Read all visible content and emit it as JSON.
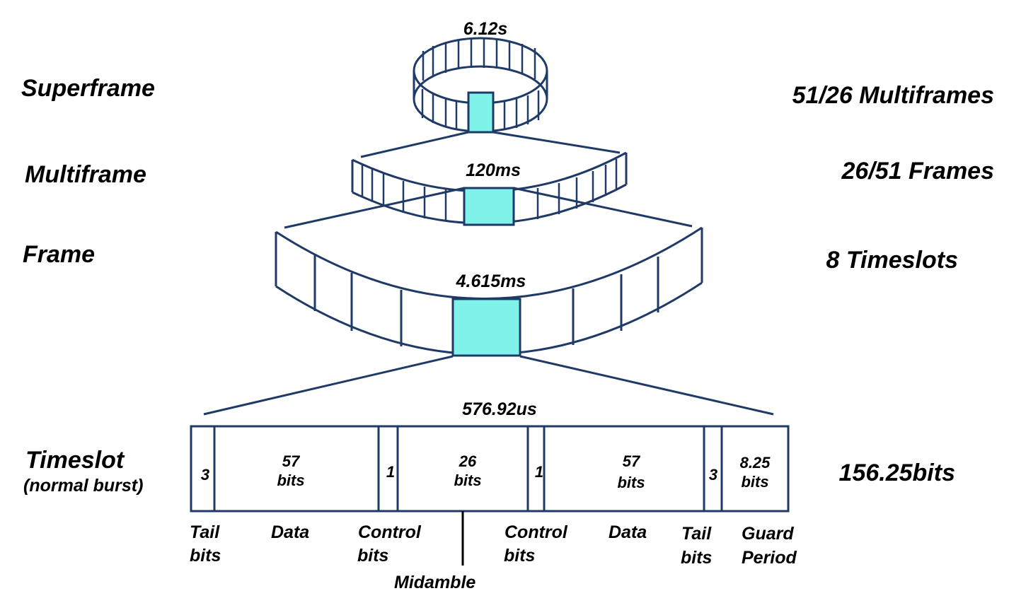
{
  "levels": {
    "superframe": {
      "name": "Superframe",
      "duration": "6.12s",
      "contents": "51/26 Multiframes"
    },
    "multiframe": {
      "name": "Multiframe",
      "duration": "120ms",
      "contents": "26/51 Frames"
    },
    "frame": {
      "name": "Frame",
      "duration": "4.615ms",
      "contents": "8 Timeslots"
    },
    "timeslot": {
      "name": "Timeslot",
      "subname": "(normal burst)",
      "duration": "576.92us",
      "contents": "156.25bits"
    }
  },
  "burst": {
    "cells": [
      {
        "value": "3",
        "unit": ""
      },
      {
        "value": "57",
        "unit": "bits"
      },
      {
        "value": "1",
        "unit": ""
      },
      {
        "value": "26",
        "unit": "bits"
      },
      {
        "value": "1",
        "unit": ""
      },
      {
        "value": "57",
        "unit": "bits"
      },
      {
        "value": "3",
        "unit": ""
      },
      {
        "value": "8.25",
        "unit": "bits"
      }
    ],
    "field_labels": [
      {
        "line1": "Tail",
        "line2": "bits"
      },
      {
        "line1": "Data",
        "line2": ""
      },
      {
        "line1": "Control",
        "line2": "bits"
      },
      {
        "line1": "Control",
        "line2": "bits"
      },
      {
        "line1": "Data",
        "line2": ""
      },
      {
        "line1": "Tail",
        "line2": "bits"
      },
      {
        "line1": "Guard",
        "line2": "Period"
      }
    ],
    "midamble_label": "Midamble"
  },
  "colors": {
    "outline": "#1f3a66",
    "highlight": "#7ff3ea",
    "text": "#000000"
  }
}
